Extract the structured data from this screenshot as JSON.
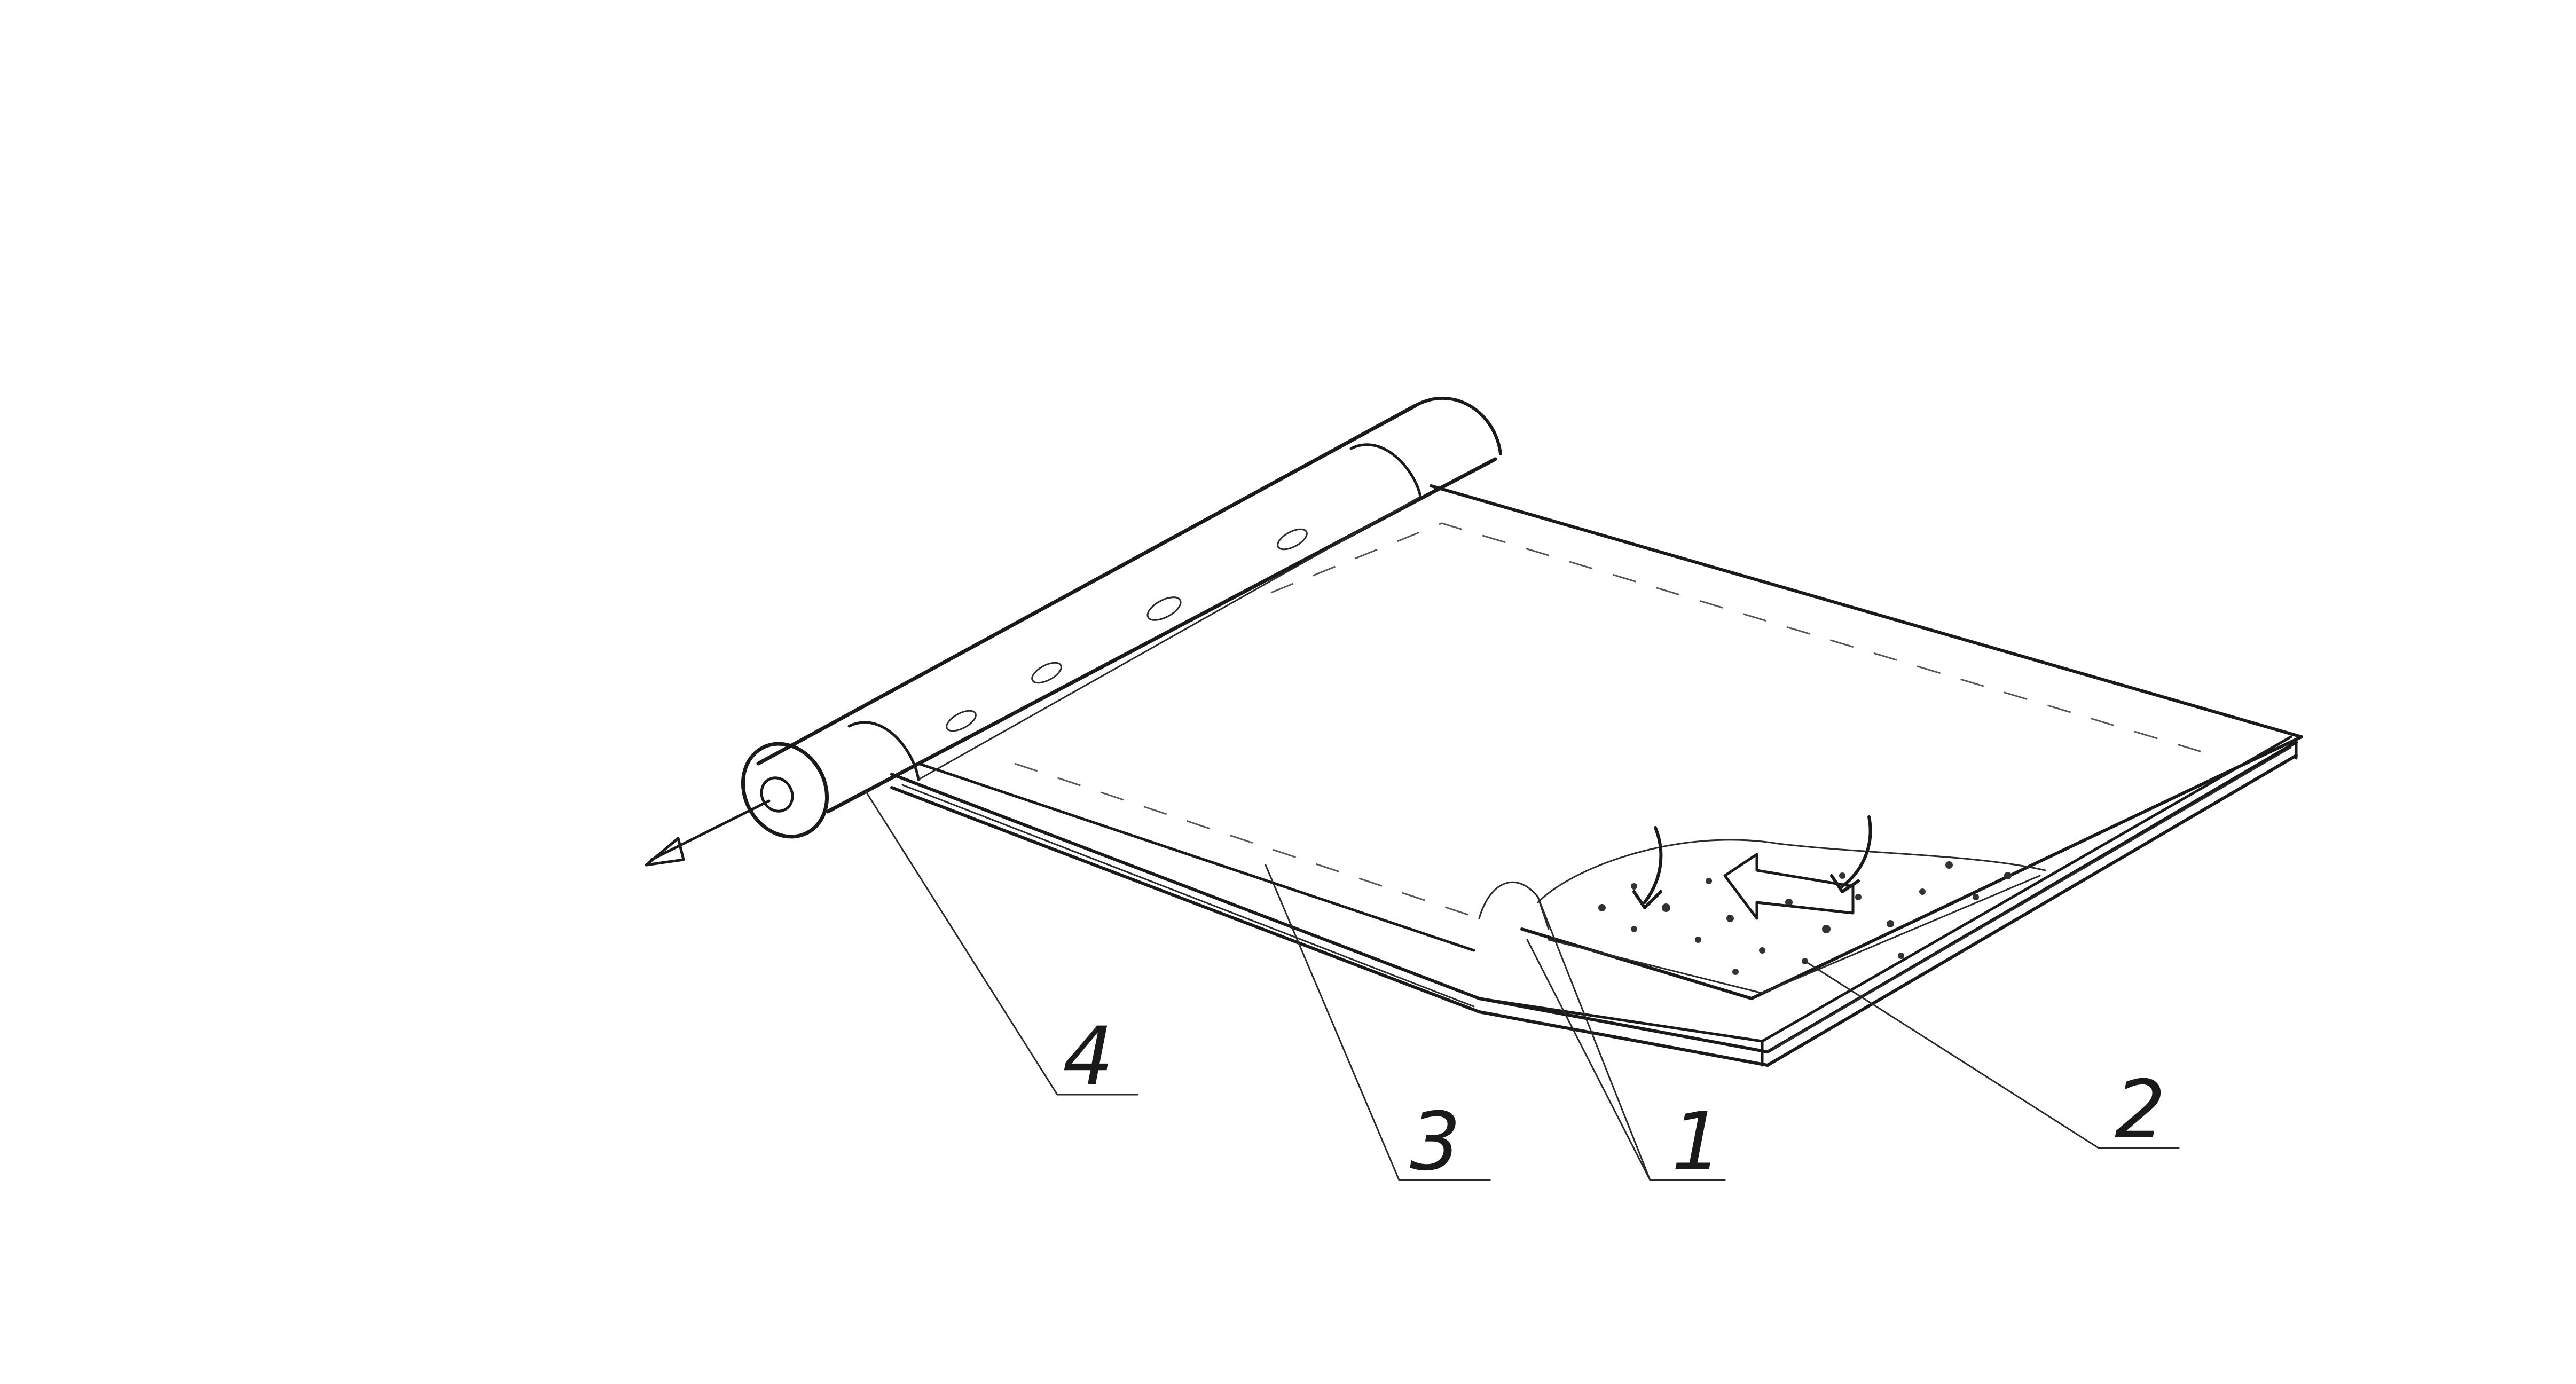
{
  "labels": {
    "ref_1": "1",
    "ref_2": "2",
    "ref_3": "3",
    "ref_4": "4"
  },
  "colors": {
    "ink": "#1a1a1a",
    "paper": "#ffffff"
  }
}
